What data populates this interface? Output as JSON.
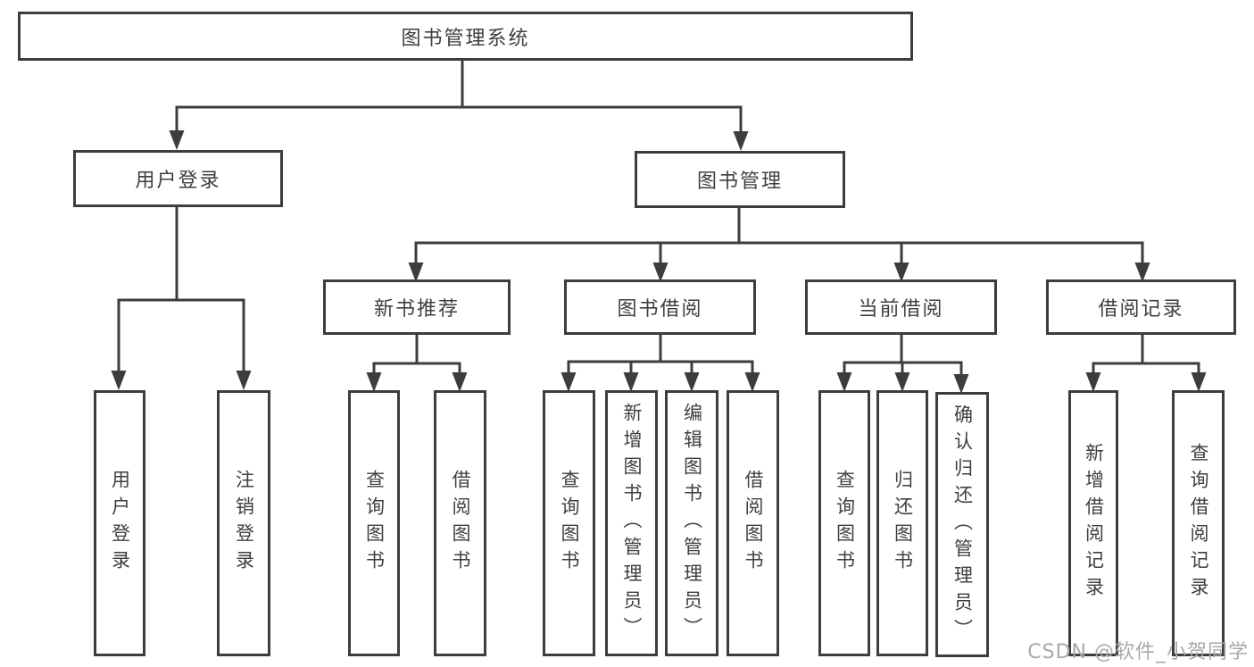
{
  "diagram_title": "图书管理系统",
  "nodes": {
    "root": "图书管理系统",
    "user_login": "用户登录",
    "book_management": "图书管理",
    "new_book_recommend": "新书推荐",
    "book_borrowing": "图书借阅",
    "current_borrowing": "当前借阅",
    "borrowing_records": "借阅记录",
    "leaves": {
      "user_login": "用户登录",
      "logout": "注销登录",
      "recommend_query_books": "查询图书",
      "recommend_borrow_books": "借阅图书",
      "borrowing_query_books": "查询图书",
      "borrowing_add_books_admin": "新增图书（管理员）",
      "borrowing_edit_books_admin": "编辑图书（管理员）",
      "borrowing_borrow_books": "借阅图书",
      "current_query_books": "查询图书",
      "current_return_books": "归还图书",
      "current_confirm_return_admin": "确认归还（管理员）",
      "records_add_record": "新增借阅记录",
      "records_query_record": "查询借阅记录"
    }
  },
  "watermark": "CSDN @软件_小贺同学",
  "colors": {
    "line": "#3d3d3d",
    "text": "#3f3f3f",
    "background": "#ffffff",
    "watermark": "#a9a9a9"
  }
}
